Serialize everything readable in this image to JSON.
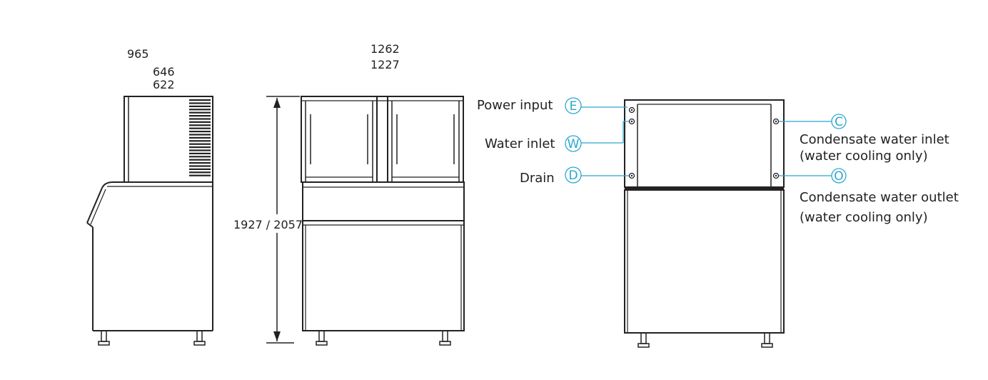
{
  "dimensions": {
    "depth_overall": "965",
    "depth_mid": "646",
    "depth_inner": "622",
    "width_overall": "1262",
    "width_inner": "1227",
    "height": "1927 / 2057"
  },
  "connections": {
    "power": {
      "letter": "E",
      "label": "Power input"
    },
    "water": {
      "letter": "W",
      "label": "Water inlet"
    },
    "drain": {
      "letter": "D",
      "label": "Drain"
    },
    "cond_in": {
      "letter": "C",
      "label": "Condensate water inlet",
      "note": "(water cooling only)"
    },
    "cond_out": {
      "letter": "O",
      "label": "Condensate water outlet",
      "note": "(water cooling only)"
    }
  },
  "colors": {
    "line": "#222222",
    "accent": "#2aa7cf"
  }
}
